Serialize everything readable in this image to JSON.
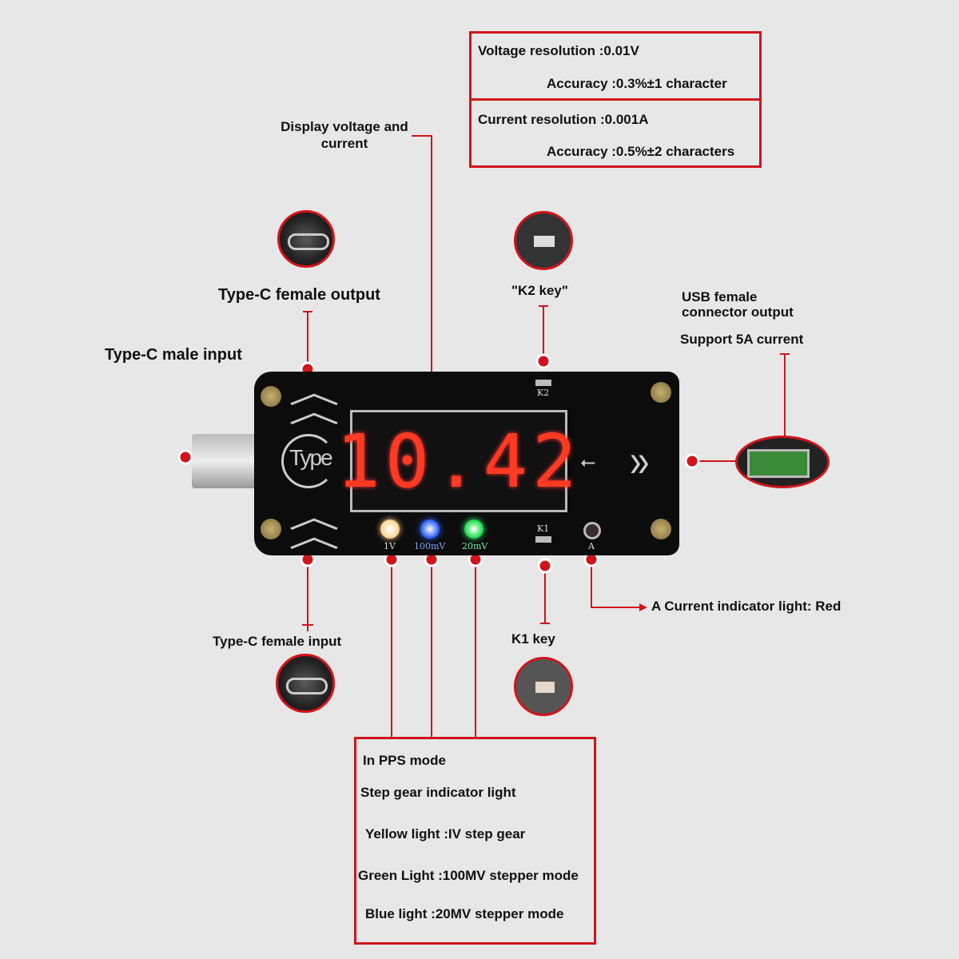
{
  "specs": {
    "voltage_resolution": "Voltage resolution :0.01V",
    "voltage_accuracy": "Accuracy :0.3%±1 character",
    "current_resolution": "Current resolution :0.001A",
    "current_accuracy": "Accuracy :0.5%±2 characters"
  },
  "labels": {
    "display": "Display voltage and current",
    "typec_female_output": "Type-C female output",
    "k2_key": "\"K2 key\"",
    "usb_output": "USB female connector output",
    "usb_support": "Support 5A current",
    "typec_male_input": "Type-C male input",
    "typec_female_input": "Type-C female input",
    "k1_key": "K1 key",
    "current_indicator": "A Current indicator light: Red"
  },
  "device": {
    "reading": "10.42",
    "logo": "Type",
    "k2": "K2",
    "k1": "K1",
    "a": "A",
    "led_labels": [
      "1V",
      "100mV",
      "20mV"
    ],
    "led_colors": [
      "#ffd9a0",
      "#3a6bff",
      "#2ee05a"
    ]
  },
  "pps_box": {
    "lines": [
      "In PPS mode",
      "Step gear indicator light",
      "Yellow light :IV step gear",
      "Green Light :100MV stepper mode",
      "Blue light :20MV stepper mode"
    ]
  },
  "colors": {
    "accent": "#d0141a",
    "background": "#e7e7e7"
  }
}
